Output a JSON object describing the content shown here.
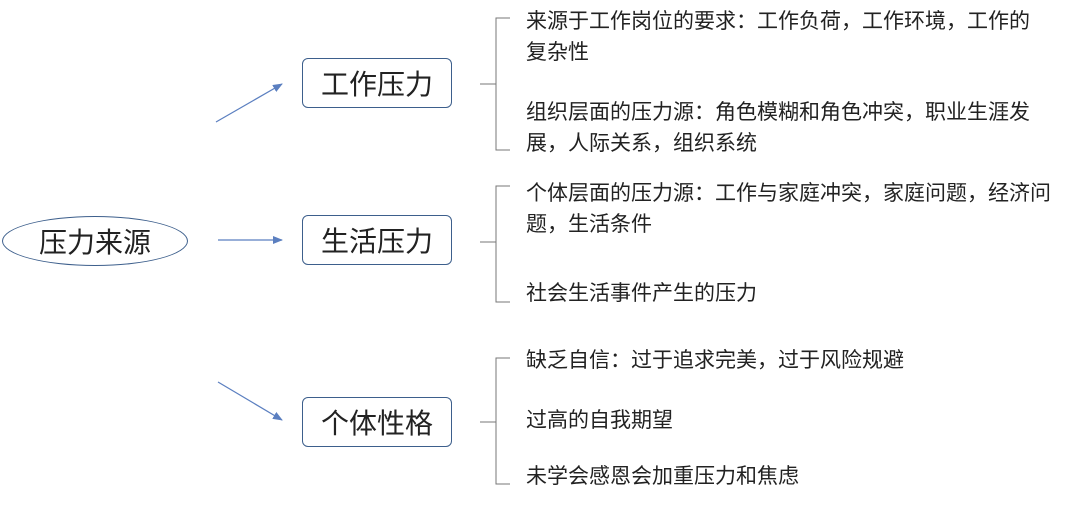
{
  "root": {
    "label": "压力来源"
  },
  "colors": {
    "line": "#5b7fc0",
    "box_border": "#3d5f8c",
    "text": "#222222"
  },
  "categories": [
    {
      "label": "工作压力",
      "items": [
        {
          "text": "来源于工作岗位的要求：工作负荷，工作环境，工作的复杂性"
        },
        {
          "text": "组织层面的压力源：角色模糊和角色冲突，职业生涯发展，人际关系，组织系统"
        }
      ]
    },
    {
      "label": "生活压力",
      "items": [
        {
          "text": "个体层面的压力源：工作与家庭冲突，家庭问题，经济问题，生活条件"
        },
        {
          "text": "社会生活事件产生的压力"
        }
      ]
    },
    {
      "label": "个体性格",
      "items": [
        {
          "text": "缺乏自信：过于追求完美，过于风险规避"
        },
        {
          "text": "过高的自我期望"
        },
        {
          "text": "未学会感恩会加重压力和焦虑"
        }
      ]
    }
  ]
}
